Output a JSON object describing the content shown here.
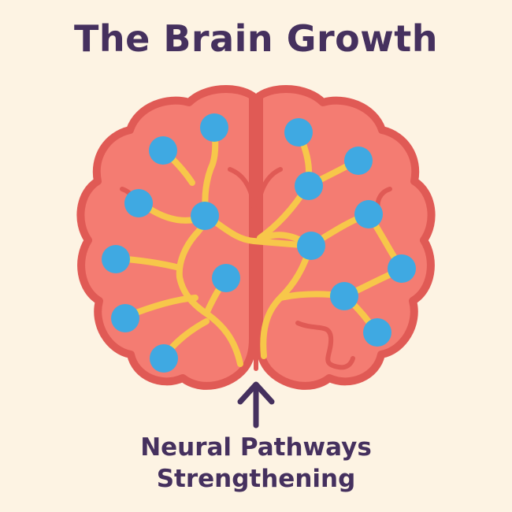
{
  "title": "The Brain Growth",
  "caption": {
    "line1": "Neural Pathways",
    "line2": "Strengthening"
  },
  "colors": {
    "background": "#fdf3e3",
    "brain_fill": "#f47c72",
    "brain_outline": "#e05a55",
    "pathway": "#f7c74a",
    "neuron": "#3fa9e2",
    "text": "#45305e"
  }
}
